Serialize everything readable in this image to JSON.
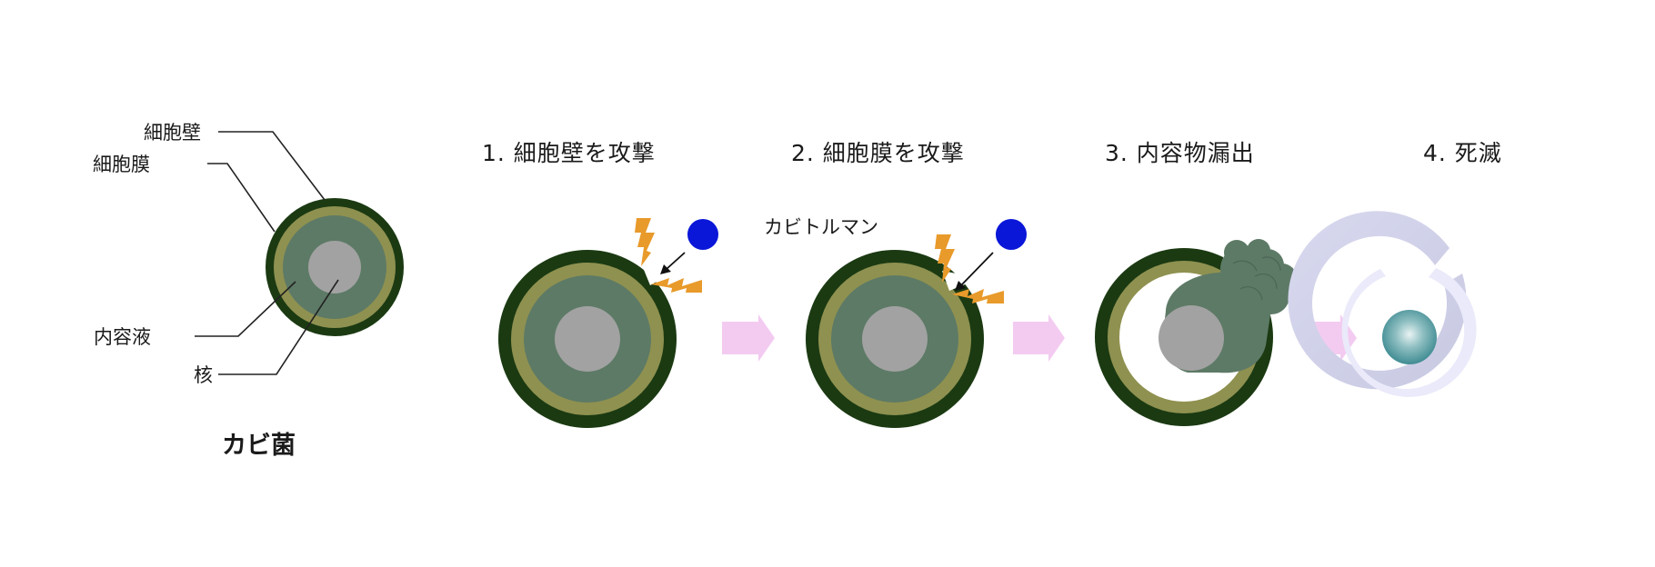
{
  "diagram": {
    "labels": {
      "cell_wall": "細胞壁",
      "cell_membrane": "細胞膜",
      "cytoplasm": "内容液",
      "nucleus": "核"
    },
    "caption": "カビ菌",
    "agent": "カビトルマン",
    "steps": [
      {
        "title": "1. 細胞壁を攻撃"
      },
      {
        "title": "2. 細胞膜を攻撃"
      },
      {
        "title": "3. 内容物漏出"
      },
      {
        "title": "4. 死滅"
      }
    ],
    "colors": {
      "cell_wall": "#1b3a12",
      "cell_membrane": "#8f9150",
      "cytoplasm": "#5d7a66",
      "nucleus": "#a2a2a2",
      "agent": "#0a17d8",
      "attack_spark": "#e89a2a",
      "arrow": "#f3cbf1",
      "dead_wall": "#d3d4eb",
      "dead_membrane": "#eaeafa",
      "dead_nucleus": "#4f9aa0"
    }
  }
}
